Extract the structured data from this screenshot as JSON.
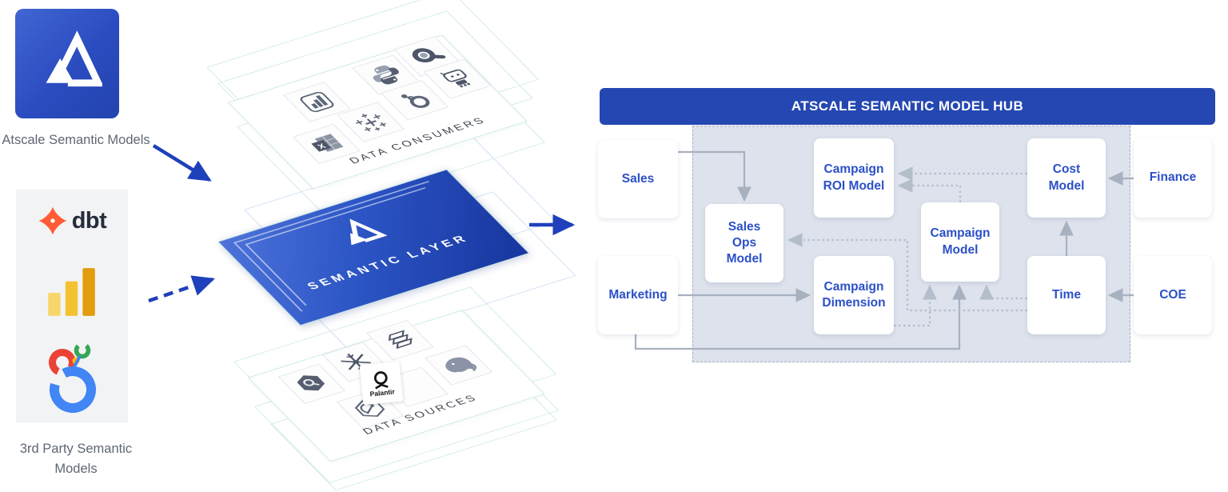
{
  "left_panel": {
    "atscale_label": "Atscale Semantic Models",
    "third_party_label": "3rd Party Semantic Models",
    "dbt_text": "dbt",
    "logos": [
      "atscale-logo",
      "dbt-logo",
      "power-bi-logo",
      "looker-logo"
    ]
  },
  "layers": {
    "consumers_label": "DATA CONSUMERS",
    "semantic_label": "SEMANTIC LAYER",
    "sources_label": "DATA SOURCES",
    "palantir_text": "Palantir",
    "consumer_icons": [
      "power-bi",
      "python",
      "looker-studio-magnifier",
      "excel",
      "tableau",
      "person-ring",
      "robot"
    ],
    "source_icons": [
      "bigquery",
      "snowflake",
      "layer-stack",
      "hexagon-knot",
      "palantir",
      "postgresql-elephant"
    ]
  },
  "hub": {
    "title": "ATSCALE SEMANTIC MODEL HUB",
    "boxes": [
      {
        "id": "sales",
        "label": "Sales"
      },
      {
        "id": "marketing",
        "label": "Marketing"
      },
      {
        "id": "sales-ops-model",
        "label": "Sales\nOps\nModel"
      },
      {
        "id": "campaign-roi-model",
        "label": "Campaign\nROI Model"
      },
      {
        "id": "campaign-dimension",
        "label": "Campaign\nDimension"
      },
      {
        "id": "campaign-model",
        "label": "Campaign\nModel"
      },
      {
        "id": "cost-model",
        "label": "Cost\nModel"
      },
      {
        "id": "time",
        "label": "Time"
      },
      {
        "id": "finance",
        "label": "Finance"
      },
      {
        "id": "coe",
        "label": "COE"
      }
    ]
  },
  "colors": {
    "header_blue": "#2447b2",
    "box_text_blue": "#2b50c8",
    "hub_region_fill": "#dde2ec",
    "arrow_blue": "#1e40bb",
    "solid_arrow_gray": "#a8b1bf",
    "dotted_arrow_gray": "#b4bdca",
    "teal_frame": "#cdeae6"
  }
}
